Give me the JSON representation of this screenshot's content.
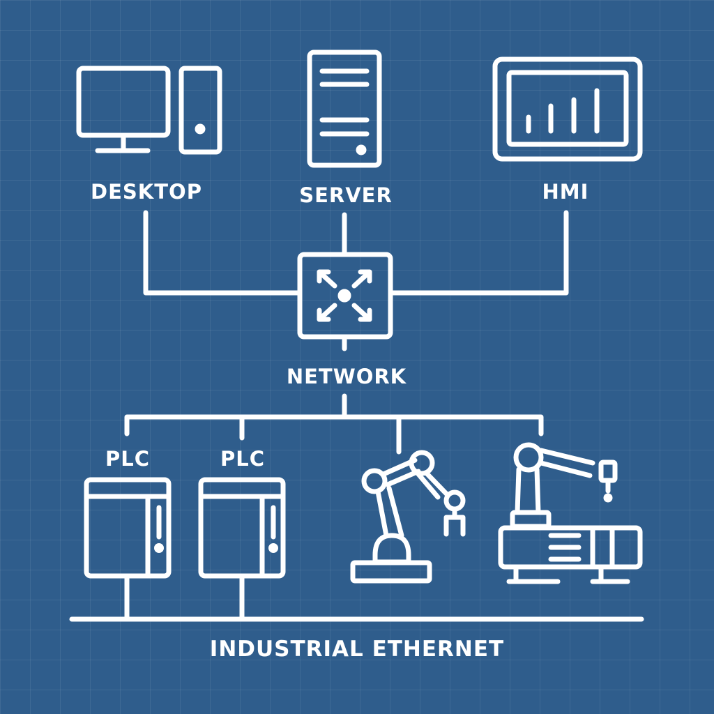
{
  "colors": {
    "background": "#2f5d8c",
    "grid": "rgba(255,255,255,0.08)",
    "stroke": "#ffffff"
  },
  "nodes": {
    "desktop": {
      "label": "DESKTOP",
      "icon": "desktop-computer-icon"
    },
    "server": {
      "label": "SERVER",
      "icon": "server-tower-icon"
    },
    "hmi": {
      "label": "HMI",
      "icon": "hmi-panel-icon"
    },
    "network": {
      "label": "NETWORK",
      "icon": "network-switch-icon"
    },
    "plc_1": {
      "label": "PLC",
      "icon": "plc-icon"
    },
    "plc_2": {
      "label": "PLC",
      "icon": "plc-icon"
    },
    "robot_arm": {
      "label": "",
      "icon": "robot-arm-icon"
    },
    "robot_machine": {
      "label": "",
      "icon": "robot-motor-machine-icon"
    }
  },
  "bus": {
    "label": "INDUSTRIAL ETHERNET"
  }
}
